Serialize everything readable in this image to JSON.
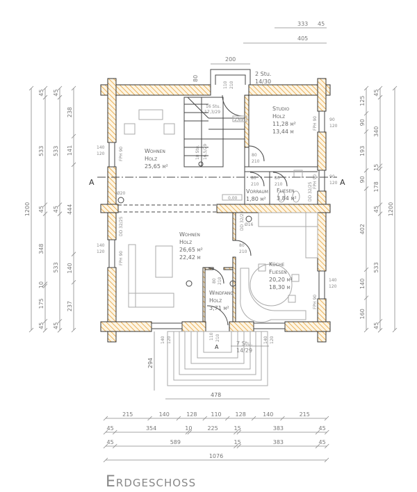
{
  "title": "Erdgeschoss",
  "colors": {
    "wall_hatch": "#e8a23a",
    "line": "#444444",
    "text": "#6a6a6a"
  },
  "top_dims": {
    "row1": [
      "333",
      "45"
    ],
    "row2": [
      "405"
    ]
  },
  "entry_top": {
    "width": "200",
    "offset": "80",
    "stairs": "2 Stu.",
    "stairs_ratio": "14/30",
    "door_w": "110",
    "door_h": "210"
  },
  "stair": {
    "upper": "16 Stu.",
    "upper_ratio": "17,3/29",
    "lower": "18 Stu.",
    "lower_ratio": "16,5/29",
    "level": "2,69"
  },
  "rooms": {
    "wohnen_oben": {
      "name": "Wohnen",
      "finish": "Holz",
      "area": "25,65 m²"
    },
    "studio": {
      "name": "Studio",
      "finish": "Holz",
      "area": "11,28 m²",
      "perimeter": "13,44 m"
    },
    "vorraum": {
      "name": "Vorraum",
      "area": "1,80 m²"
    },
    "bad": {
      "name": "Fliesen",
      "area": "3,84 m²"
    },
    "wohnen_unten": {
      "name": "Wohnen",
      "finish": "Holz",
      "area": "26,65 m²",
      "perimeter": "22,42 m"
    },
    "kueche": {
      "name": "Küche",
      "finish": "Fliesen",
      "area": "20,20 m²",
      "perimeter": "18,30 m"
    },
    "windfang": {
      "name": "Windfang",
      "finish": "Holz",
      "area": "3,71 m²"
    }
  },
  "doors": {
    "w80": "80",
    "h210": "210",
    "w110": "110"
  },
  "windows": {
    "w140": "140",
    "w90": "90",
    "h120": "120",
    "fph": "FPH 90"
  },
  "chimney": {
    "upper": "Ø20",
    "lower": "Ø16",
    "dd": "DD 32/25"
  },
  "level_ground": "0,00",
  "section_mark": "A",
  "entry_bottom": {
    "stairs": "7 Stu.",
    "stairs_ratio": "14/29",
    "depth": "294",
    "width": "478"
  },
  "bottom_dims": [
    [
      "215",
      "140",
      "128",
      "110",
      "128",
      "140",
      "215"
    ],
    [
      "45",
      "354",
      "10",
      "225",
      "15",
      "383",
      "45"
    ],
    [
      "45",
      "589",
      "15",
      "383",
      "45"
    ],
    [
      "1076"
    ]
  ],
  "left_dims": [
    [
      "1200"
    ],
    [
      "45",
      "533",
      "45",
      "348",
      "10",
      "175",
      "45"
    ],
    [
      "45",
      "533",
      "45",
      "533",
      "45"
    ],
    [
      "238",
      "141",
      "444",
      "140",
      "237"
    ]
  ],
  "right_dims": [
    [
      "125",
      "90",
      "193",
      "90",
      "402",
      "140",
      "160"
    ],
    [
      "45",
      "340",
      "15",
      "178",
      "45",
      "533",
      "45"
    ],
    [
      "1200"
    ]
  ]
}
